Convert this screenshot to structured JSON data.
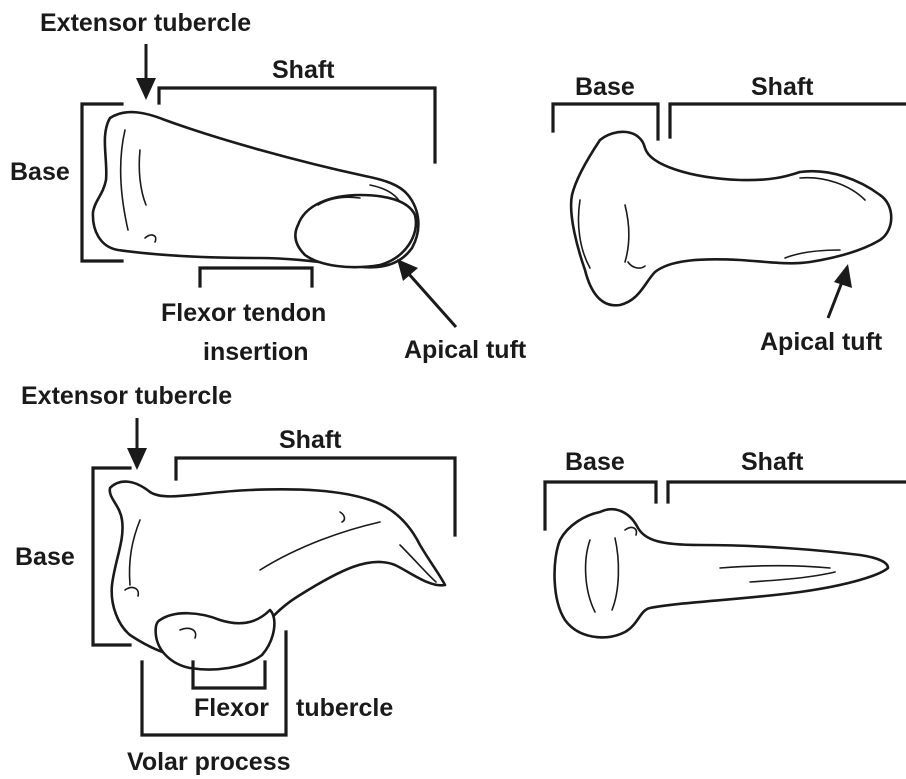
{
  "panels": {
    "top_left": {
      "extensor_tubercle": "Extensor tubercle",
      "shaft": "Shaft",
      "base": "Base",
      "flexor_tendon_line1": "Flexor tendon",
      "flexor_tendon_line2": "insertion",
      "apical_tuft": "Apical tuft"
    },
    "top_right": {
      "base": "Base",
      "shaft": "Shaft",
      "apical_tuft": "Apical tuft"
    },
    "bottom_left": {
      "extensor_tubercle": "Extensor tubercle",
      "shaft": "Shaft",
      "base": "Base",
      "flexor": "Flexor",
      "tubercle": "tubercle",
      "volar_process": "Volar process"
    },
    "bottom_right": {
      "base": "Base",
      "shaft": "Shaft"
    }
  }
}
